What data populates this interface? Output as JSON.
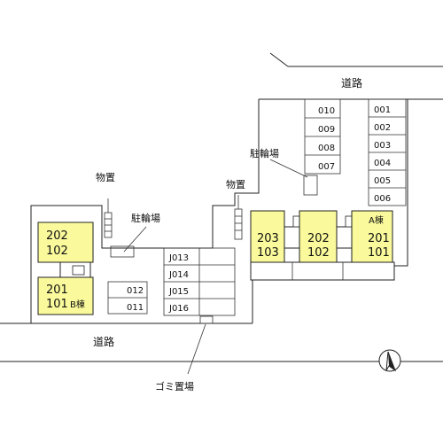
{
  "roads": {
    "north": "道路",
    "south": "道路"
  },
  "facilities": {
    "bike_left": "駐輪場",
    "bike_right": "駐輪場",
    "storage_left": "物置",
    "storage_right": "物置",
    "garbage": "ゴミ置場"
  },
  "building_a": {
    "tag": "A棟",
    "units": [
      {
        "upper": "203",
        "lower": "103"
      },
      {
        "upper": "202",
        "lower": "102"
      },
      {
        "upper": "201",
        "lower": "101"
      }
    ]
  },
  "building_b": {
    "tag": "B棟",
    "units": [
      {
        "upper": "202",
        "lower": "102"
      },
      {
        "upper": "201",
        "lower": "101"
      }
    ]
  },
  "parking": {
    "top_left": [
      "010",
      "009",
      "008",
      "007"
    ],
    "top_right": [
      "001",
      "002",
      "003",
      "004",
      "005",
      "006"
    ],
    "middle": [
      "J013",
      "J014",
      "J015",
      "J016"
    ],
    "small": [
      "012",
      "011"
    ]
  },
  "colors": {
    "building": "#fafa9c",
    "line": "#222222",
    "background": "#ffffff"
  },
  "compass": "north-arrow-icon"
}
